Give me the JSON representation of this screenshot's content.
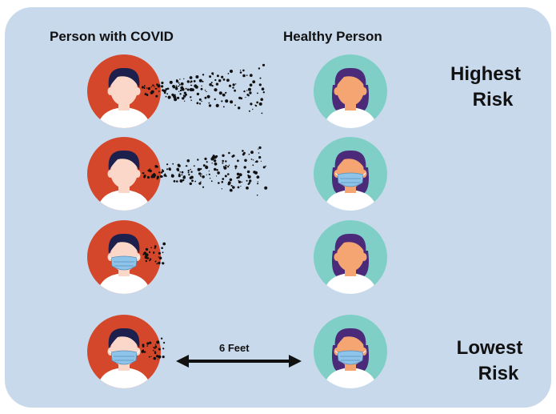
{
  "headers": {
    "infected": "Person with COVID",
    "healthy": "Healthy Person"
  },
  "risk_labels": {
    "highest": [
      "Highest",
      "Risk"
    ],
    "lowest": [
      "Lowest",
      "Risk"
    ]
  },
  "distance_label": "6 Feet",
  "rows": [
    {
      "infected_masked": false,
      "healthy_masked": false,
      "spray": "long"
    },
    {
      "infected_masked": false,
      "healthy_masked": true,
      "spray": "long"
    },
    {
      "infected_masked": true,
      "healthy_masked": false,
      "spray": "short"
    },
    {
      "infected_masked": true,
      "healthy_masked": true,
      "spray": "short"
    }
  ],
  "colors": {
    "panel": "#c9d9ec",
    "infected_circle": "#d4472a",
    "healthy_circle": "#7fcfc7",
    "infected_hair": "#1d1f4d",
    "healthy_hair": "#4b2a7a",
    "infected_skin": "#fbd7c9",
    "healthy_skin": "#f4a571",
    "mask": "#8ec3ea",
    "shirt": "#ffffff",
    "droplet": "#111111"
  }
}
